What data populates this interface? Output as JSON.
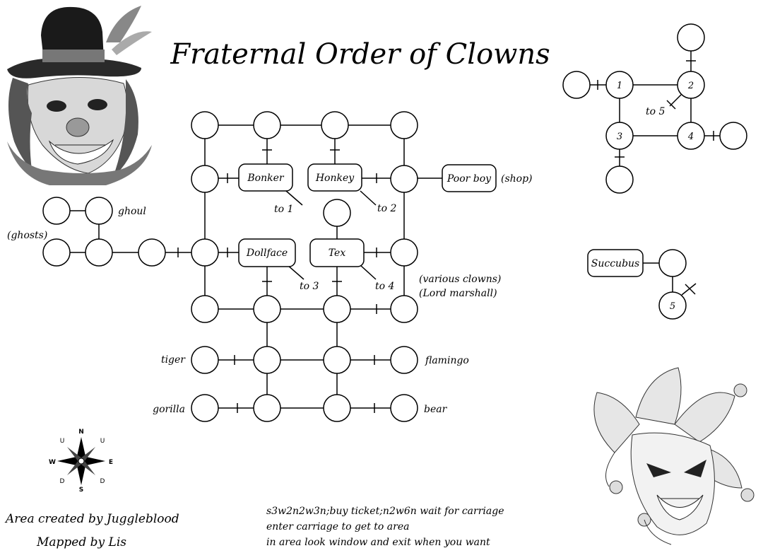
{
  "title": "Fraternal Order of Clowns",
  "rooms": {
    "bonker": "Bonker",
    "honkey": "Honkey",
    "poor_boy": "Poor boy",
    "dollface": "Dollface",
    "tex": "Tex",
    "succubus": "Succubus"
  },
  "labels": {
    "to1": "to 1",
    "to2": "to 2",
    "to3": "to 3",
    "to4": "to 4",
    "to5": "to 5",
    "shop": "(shop)",
    "ghoul": "ghoul",
    "ghosts": "(ghosts)",
    "various_clowns": "(various clowns)",
    "lord_marshall": "(Lord marshall)",
    "tiger": "tiger",
    "flamingo": "flamingo",
    "gorilla": "gorilla",
    "bear": "bear"
  },
  "inset_numbers": [
    "1",
    "2",
    "3",
    "4",
    "5"
  ],
  "compass": {
    "n": "N",
    "s": "S",
    "e": "E",
    "w": "W",
    "u": "U",
    "d": "D"
  },
  "credits": {
    "created": "Area created by Juggleblood",
    "mapped": "Mapped by Lis"
  },
  "directions": [
    "s3w2n2w3n;buy ticket;n2w6n wait for carriage",
    "enter carriage to get to area",
    "in area look window and exit when you want"
  ],
  "images": {
    "top_left": "clown-with-top-hat-illustration",
    "bottom_right": "jester-clown-illustration"
  }
}
